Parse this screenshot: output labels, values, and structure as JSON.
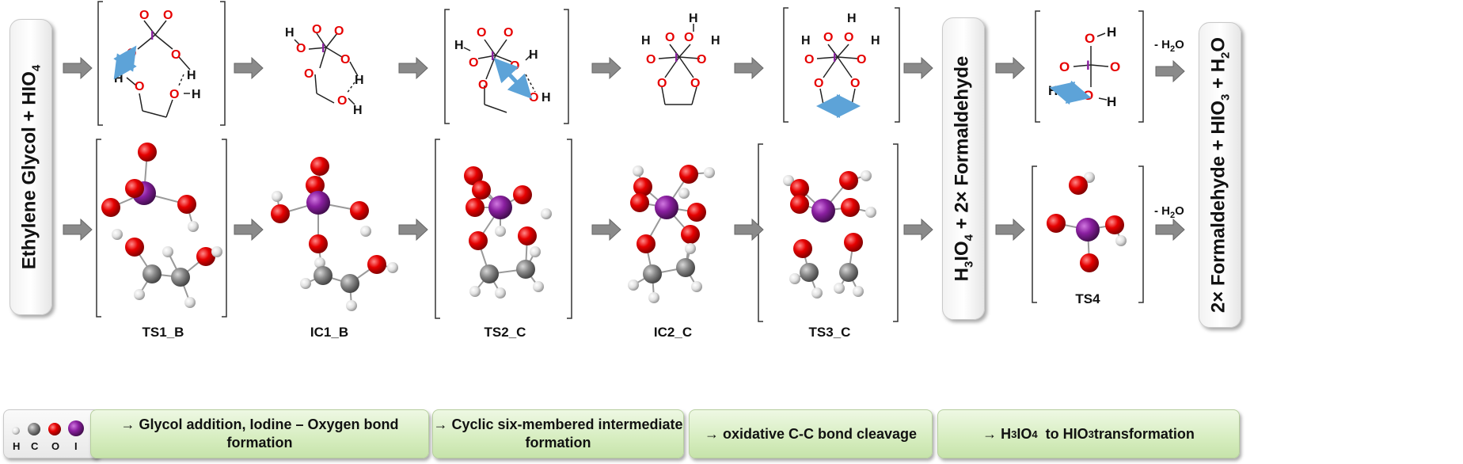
{
  "colors": {
    "hydrogen": "#e6e6e6",
    "carbon": "#7f7f7f",
    "oxygen": "#e60000",
    "iodine": "#7a1f8c",
    "arrow": "#8a8a8a",
    "double_arrow": "#5da3d8",
    "green_box": "#d6edbf"
  },
  "reactants": {
    "label_main": "Ethylene Glycol + HIO",
    "label_sub": "4"
  },
  "intermediate_products": {
    "label": "H3IO4 + 2× Formaldehyde"
  },
  "final_products": {
    "label": "2× Formaldehyde + HIO3 + H2O"
  },
  "species": [
    {
      "id": "TS1_B",
      "label": "TS1_B"
    },
    {
      "id": "IC1_B",
      "label": "IC1_B"
    },
    {
      "id": "TS2_C",
      "label": "TS2_C"
    },
    {
      "id": "IC2_C",
      "label": "IC2_C"
    },
    {
      "id": "TS3_C",
      "label": "TS3_C"
    },
    {
      "id": "TS4",
      "label": "TS4"
    }
  ],
  "water_loss": [
    "- H2O",
    "- H2O"
  ],
  "legend": {
    "items": [
      {
        "symbol": "H",
        "color": "#e6e6e6"
      },
      {
        "symbol": "C",
        "color": "#7f7f7f"
      },
      {
        "symbol": "O",
        "color": "#e60000"
      },
      {
        "symbol": "I",
        "color": "#7a1f8c"
      }
    ]
  },
  "steps": [
    "→ Glycol addition, Iodine – Oxygen bond formation",
    "→ Cyclic six-membered intermediate formation",
    "→ oxidative C-C bond cleavage",
    "→ H3IO4  to HIO3 transformation"
  ]
}
